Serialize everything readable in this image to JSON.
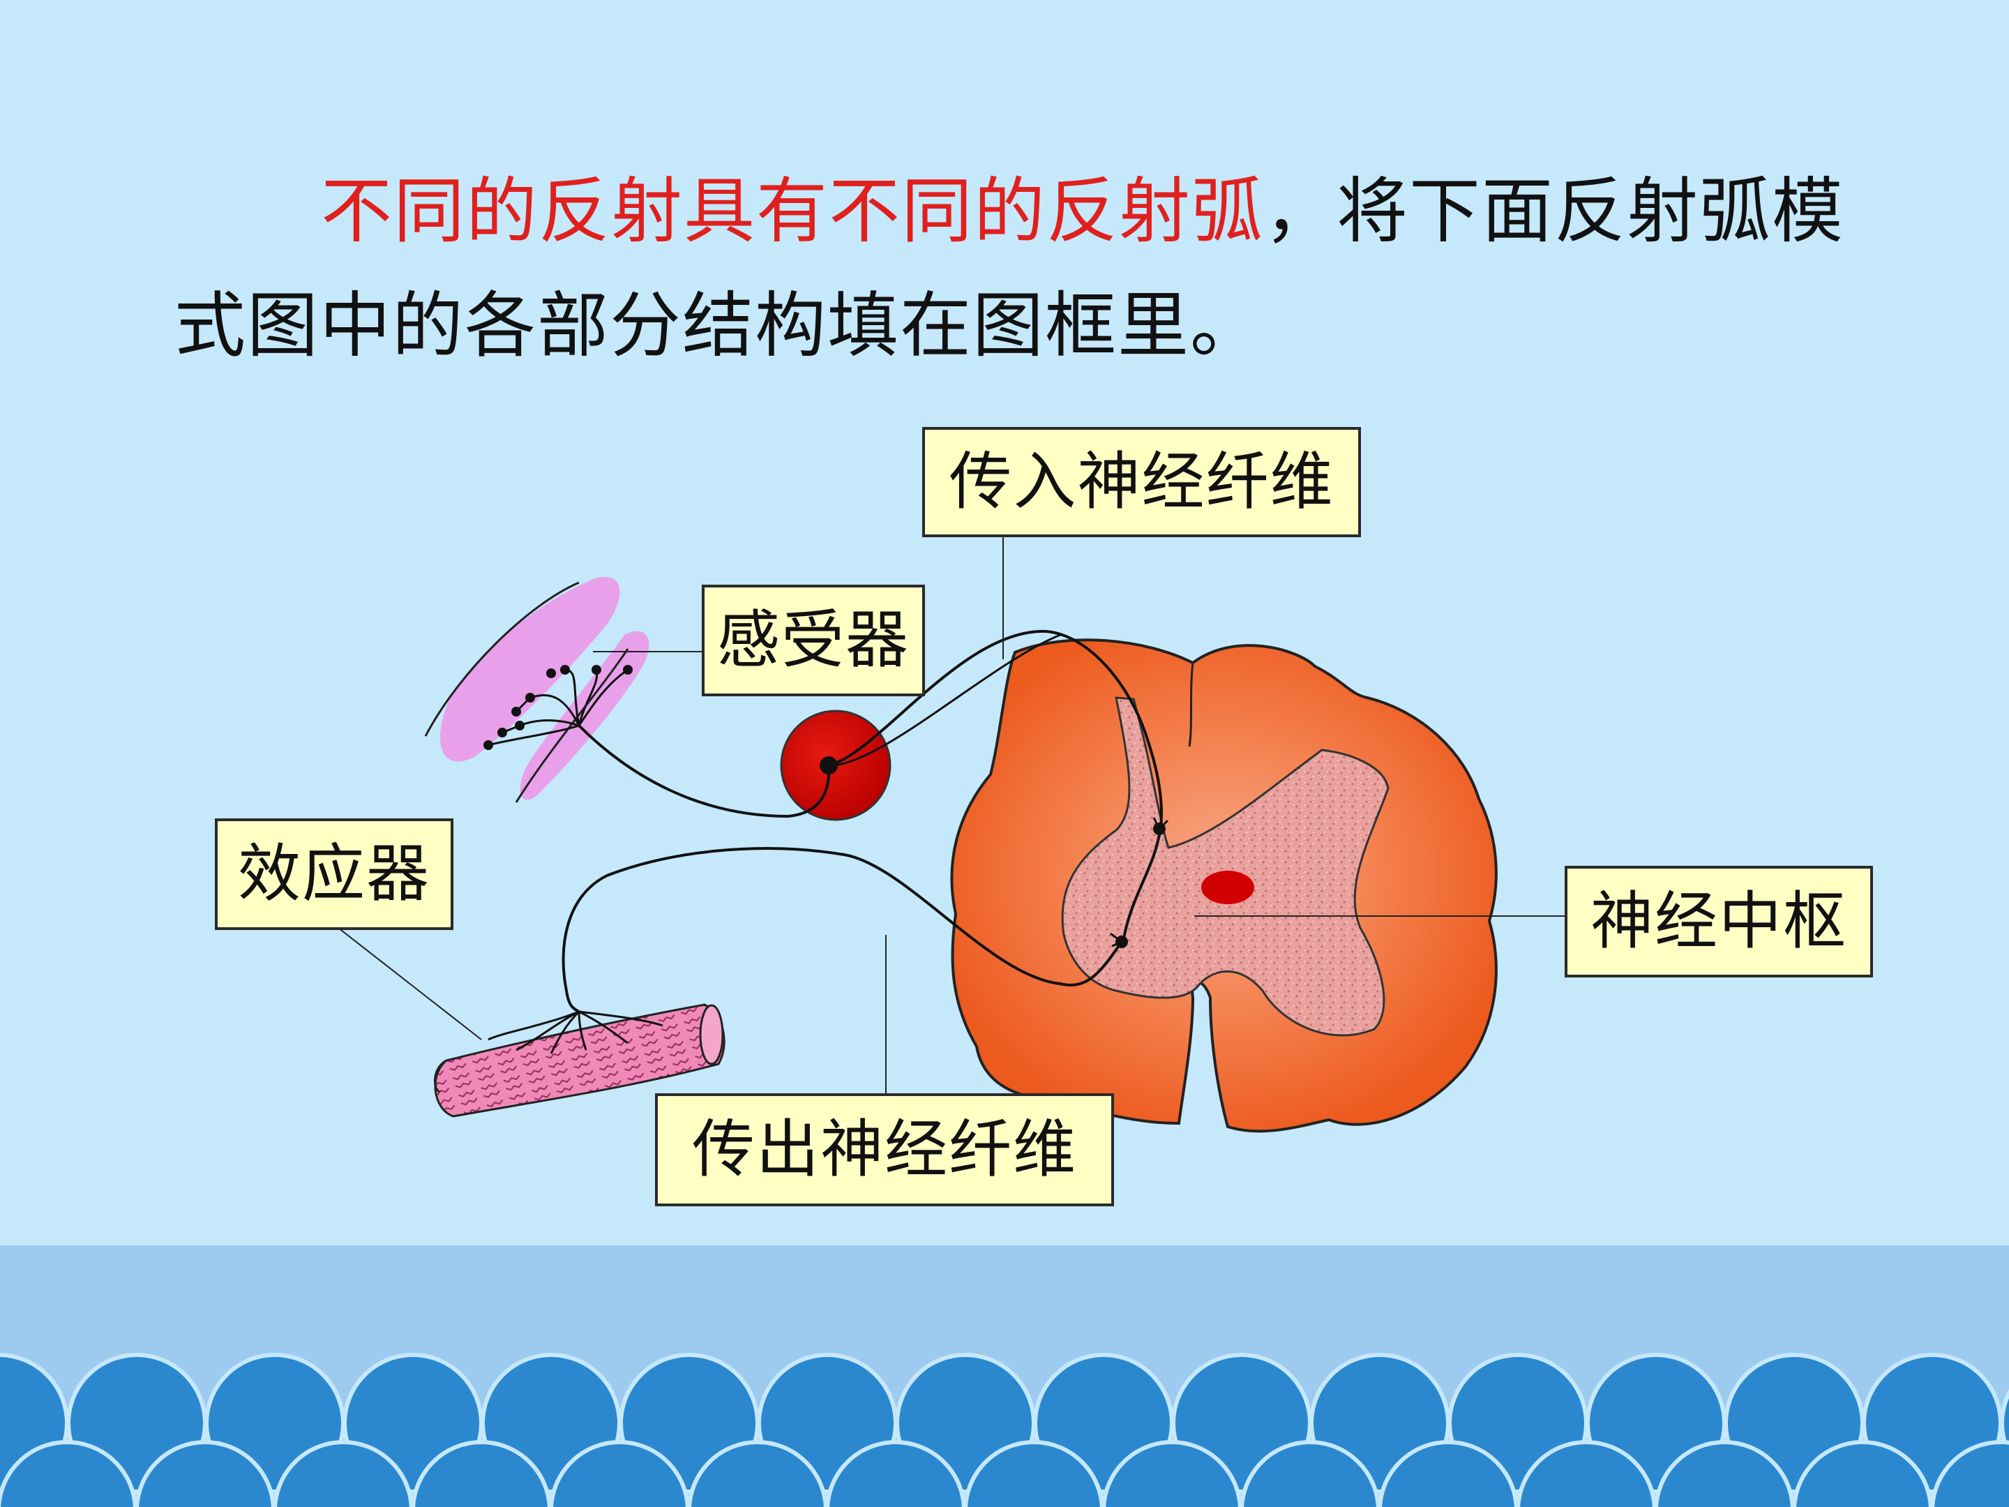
{
  "intro": {
    "highlight": "不同的反射具有不同的反射弧",
    "rest": "，将下面反射弧模式图中的各部分结构填在图框里。"
  },
  "labels": {
    "afferent": "传入神经纤维",
    "receptor": "感受器",
    "effector": "效应器",
    "center": "神经中枢",
    "efferent": "传出神经纤维"
  },
  "colors": {
    "background": "#c6e8fb",
    "highlight_text": "#e0201d",
    "label_fill": "#ffffc4",
    "spinal_cord": "#ef6326",
    "gray_matter": "#e8a19d",
    "ganglion": "#d10000",
    "wave_band": "#9dcbf0",
    "wave": "#2b88cf"
  }
}
